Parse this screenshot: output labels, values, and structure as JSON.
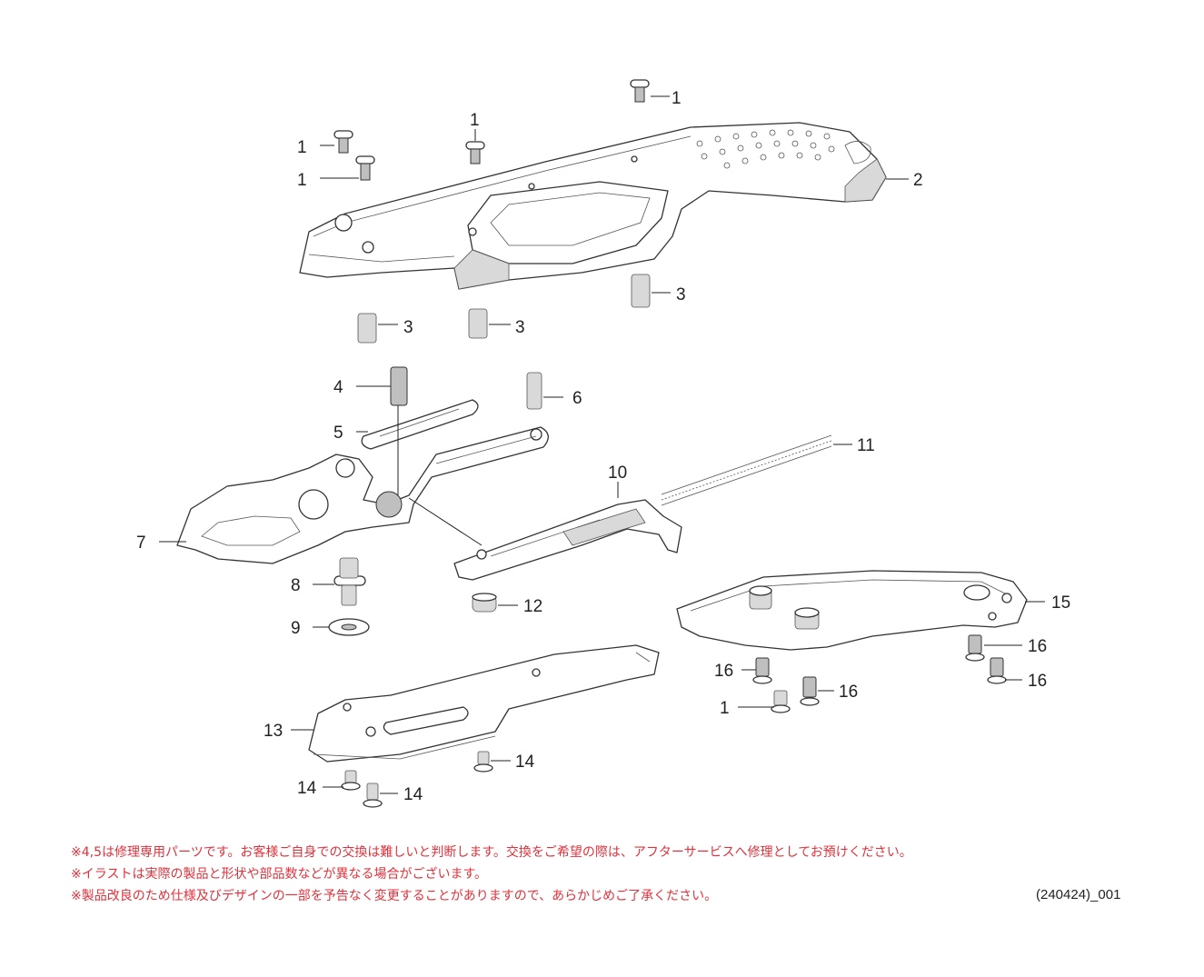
{
  "labels": {
    "l1a": "1",
    "l1b": "1",
    "l1c": "1",
    "l1d": "1",
    "l1e": "1",
    "l2": "2",
    "l3a": "3",
    "l3b": "3",
    "l3c": "3",
    "l4": "4",
    "l5": "5",
    "l6": "6",
    "l7": "7",
    "l8": "8",
    "l9": "9",
    "l10": "10",
    "l11": "11",
    "l12": "12",
    "l13": "13",
    "l14a": "14",
    "l14b": "14",
    "l14c": "14",
    "l15": "15",
    "l16a": "16",
    "l16b": "16",
    "l16c": "16",
    "l16d": "16"
  },
  "notes": [
    "※4,5は修理専用パーツです。お客様ご自身での交換は難しいと判断します。交換をご希望の際は、アフターサービスへ修理としてお預けください。",
    "※イラストは実際の製品と形状や部品数などが異なる場合がございます。",
    "※製品改良のため仕様及びデザインの一部を予告なく変更することがありますので、あらかじめご了承ください。"
  ],
  "code": "(240424)_001",
  "colors": {
    "note_text": "#e0323c",
    "line_art": "#333333"
  }
}
